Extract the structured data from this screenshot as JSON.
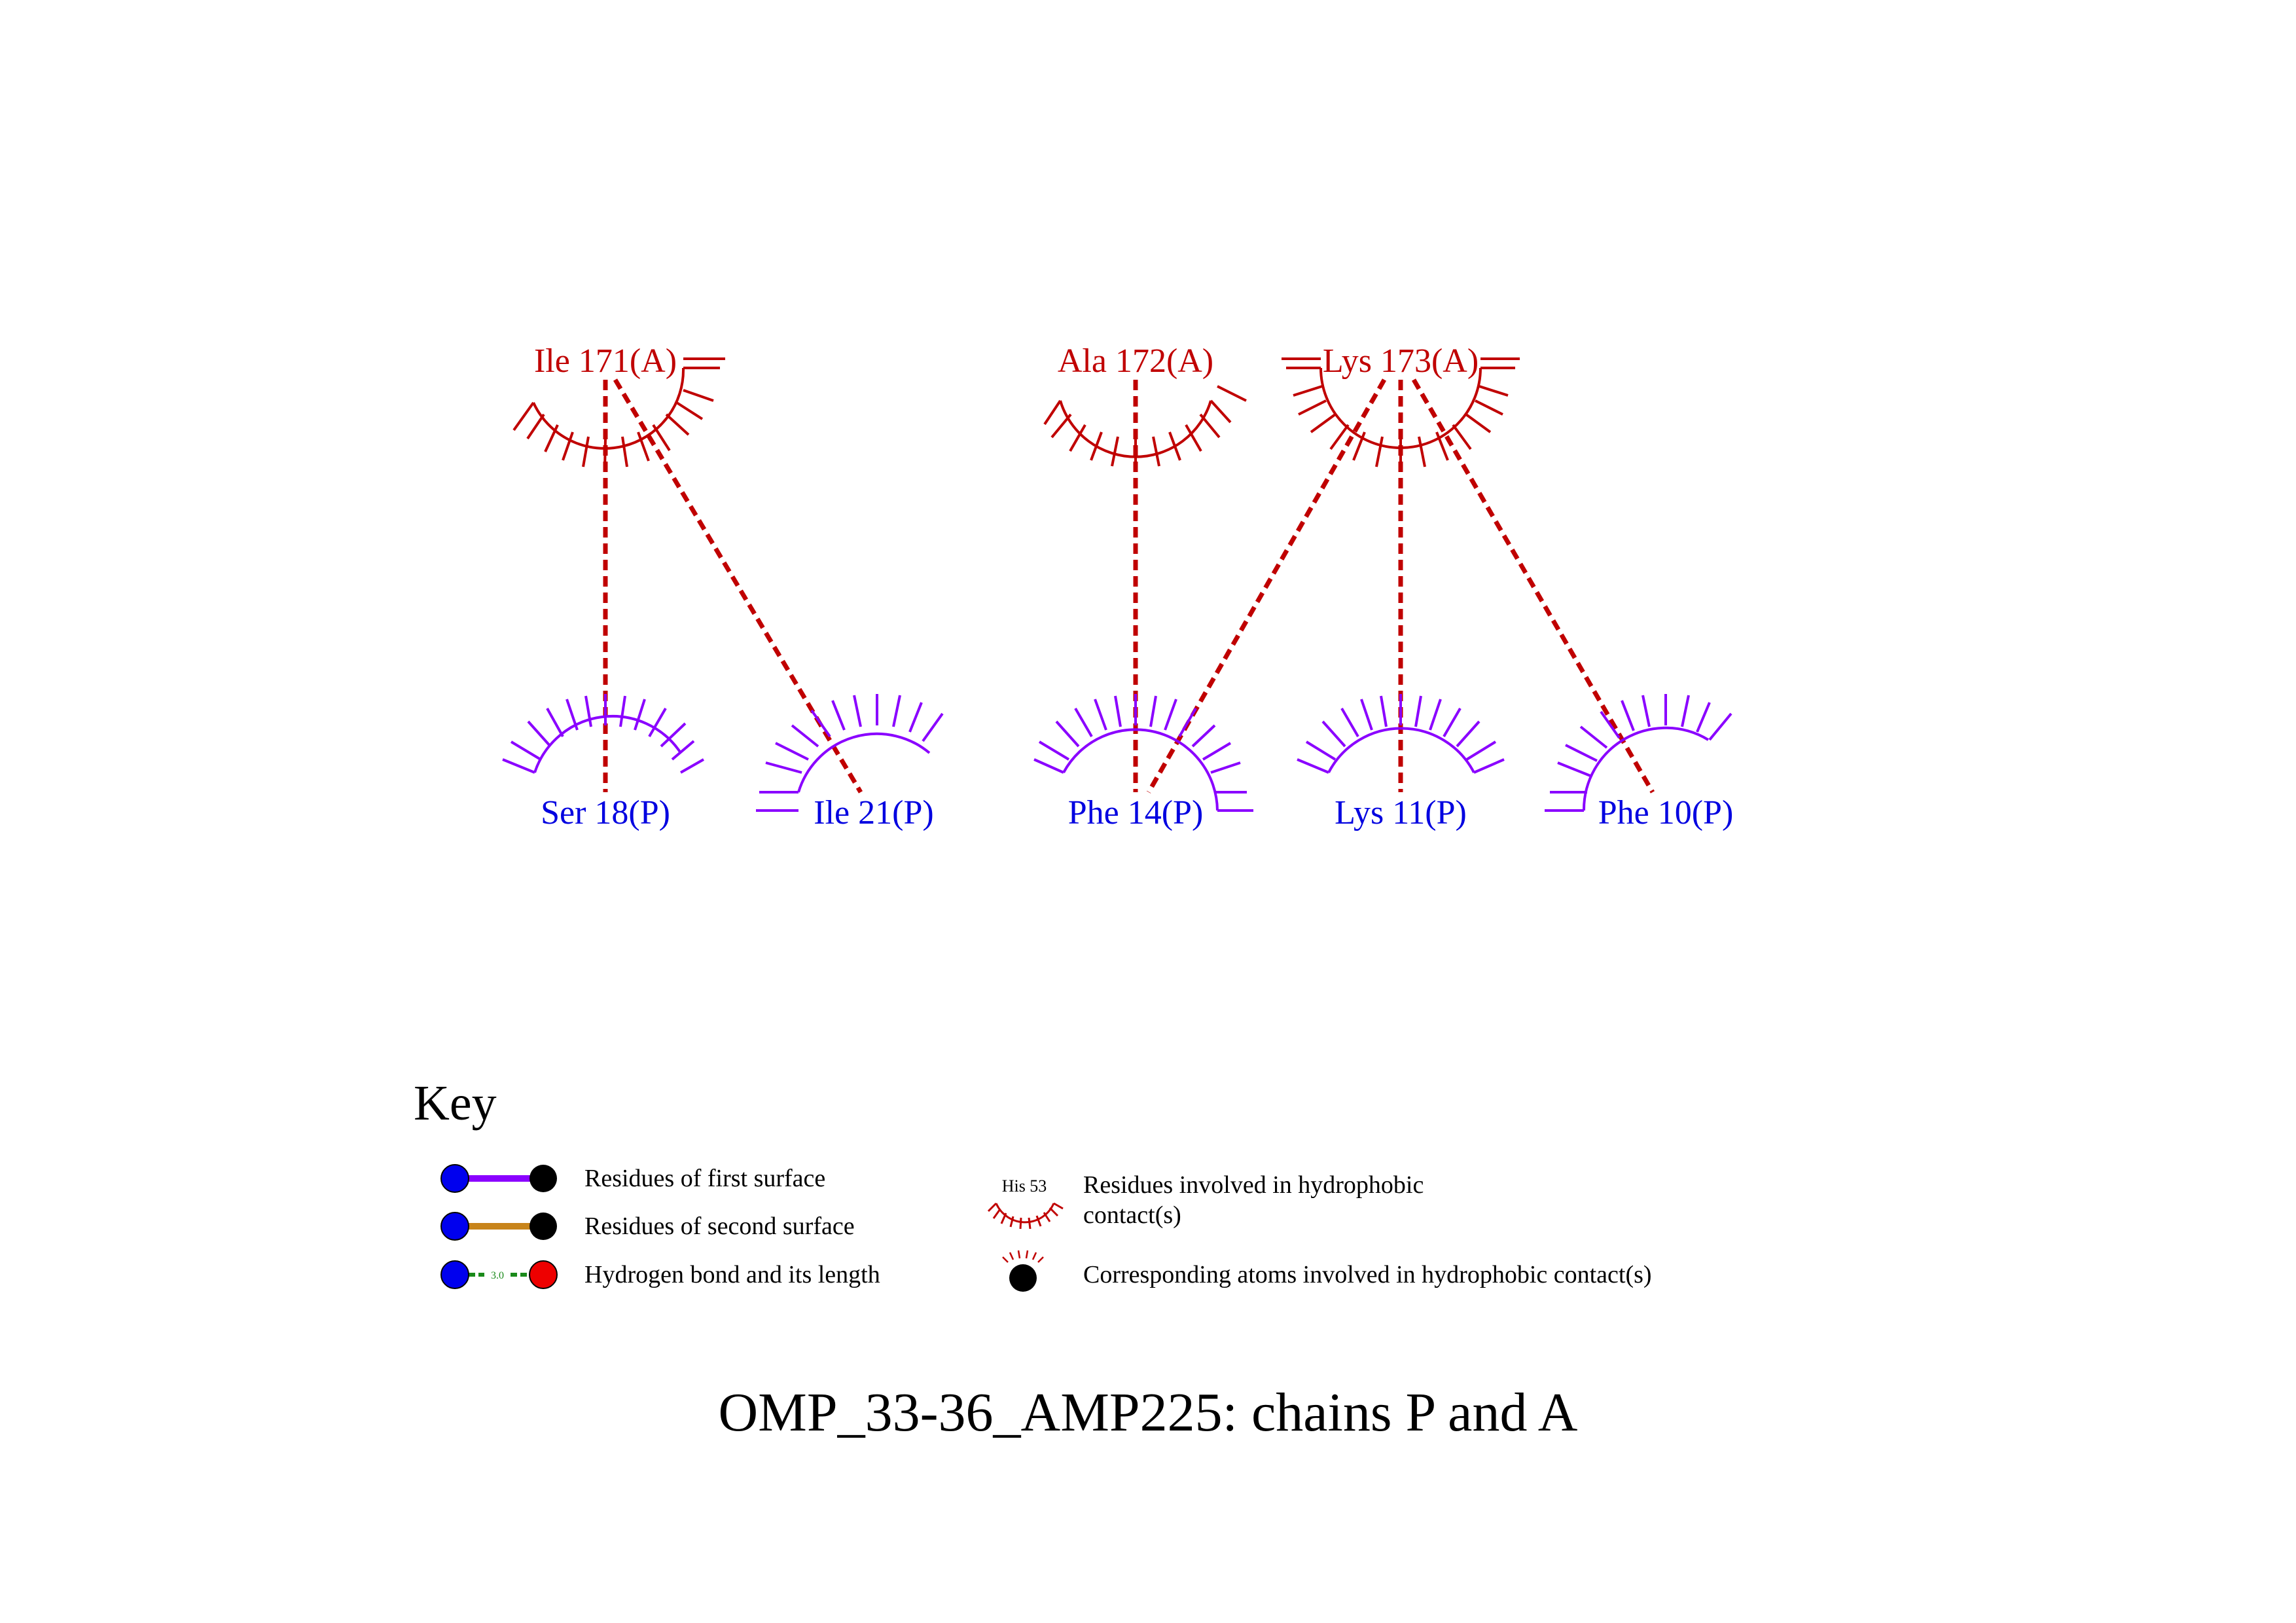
{
  "colors": {
    "chain_a": "#c00000",
    "chain_p_label": "#0000e0",
    "chain_p_arc": "#8a00ff",
    "contact_line": "#c00000",
    "first_surface": "#8a00ff",
    "second_surface": "#c8841a",
    "hbond": "#1a8a1a",
    "atom_blue": "#0000ee",
    "atom_black": "#000000",
    "atom_red": "#ee0000"
  },
  "residues_top": [
    {
      "id": "ile171",
      "label": "Ile 171(A)"
    },
    {
      "id": "ala172",
      "label": "Ala 172(A)"
    },
    {
      "id": "lys173",
      "label": "Lys 173(A)"
    }
  ],
  "residues_bottom": [
    {
      "id": "ser18",
      "label": "Ser 18(P)"
    },
    {
      "id": "ile21",
      "label": "Ile 21(P)"
    },
    {
      "id": "phe14",
      "label": "Phe 14(P)"
    },
    {
      "id": "lys11",
      "label": "Lys 11(P)"
    },
    {
      "id": "phe10",
      "label": "Phe 10(P)"
    }
  ],
  "contacts": [
    {
      "from": "Ile 171(A)",
      "to": "Ser 18(P)"
    },
    {
      "from": "Ile 171(A)",
      "to": "Ile 21(P)"
    },
    {
      "from": "Ala 172(A)",
      "to": "Phe 14(P)"
    },
    {
      "from": "Lys 173(A)",
      "to": "Phe 14(P)"
    },
    {
      "from": "Lys 173(A)",
      "to": "Lys 11(P)"
    },
    {
      "from": "Lys 173(A)",
      "to": "Phe 10(P)"
    }
  ],
  "key": {
    "title": "Key",
    "first_surface": "Residues of first surface",
    "second_surface": "Residues of second surface",
    "hbond": "Hydrogen bond and its length",
    "hbond_length": "3.0",
    "hydrophobic_sample": "His 53",
    "hydrophobic_line1": "Residues involved in hydrophobic",
    "hydrophobic_line2": "contact(s)",
    "atoms": "Corresponding atoms involved in hydrophobic contact(s)"
  },
  "caption": "OMP_33-36_AMP225: chains P and A"
}
